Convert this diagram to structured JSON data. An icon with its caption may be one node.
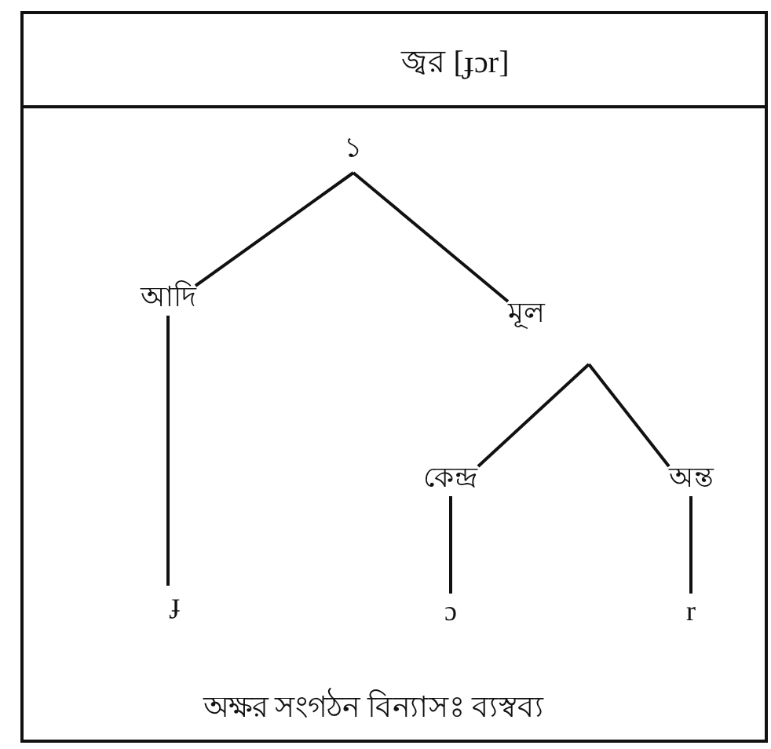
{
  "diagram": {
    "title": "জ্বর [ɟɔr]",
    "caption": "অক্ষর সংগঠন বিন্যাসঃ ব্যস্বব্য",
    "nodes": [
      {
        "text": [
          "১"
        ]
      },
      {
        "text": [
          "আদি"
        ]
      },
      {
        "text": [
          "মূল"
        ]
      },
      {
        "text": [
          "কেন্দ্র"
        ]
      },
      {
        "text": [
          "অন্ত"
        ]
      },
      {
        "text": [
          "ɟ"
        ]
      },
      {
        "text": [
          "ɔ"
        ]
      },
      {
        "text": [
          "r"
        ]
      }
    ],
    "edges": [
      {
        "from": 0,
        "to": 1,
        "arrow": "none"
      },
      {
        "from": 0,
        "to": 2,
        "arrow": "none"
      },
      {
        "from": 2,
        "to": 3,
        "arrow": "none"
      },
      {
        "from": 2,
        "to": 4,
        "arrow": "none"
      },
      {
        "from": 1,
        "to": 5,
        "arrow": "none"
      },
      {
        "from": 3,
        "to": 6,
        "arrow": "none"
      },
      {
        "from": 4,
        "to": 7,
        "arrow": "none"
      }
    ]
  }
}
